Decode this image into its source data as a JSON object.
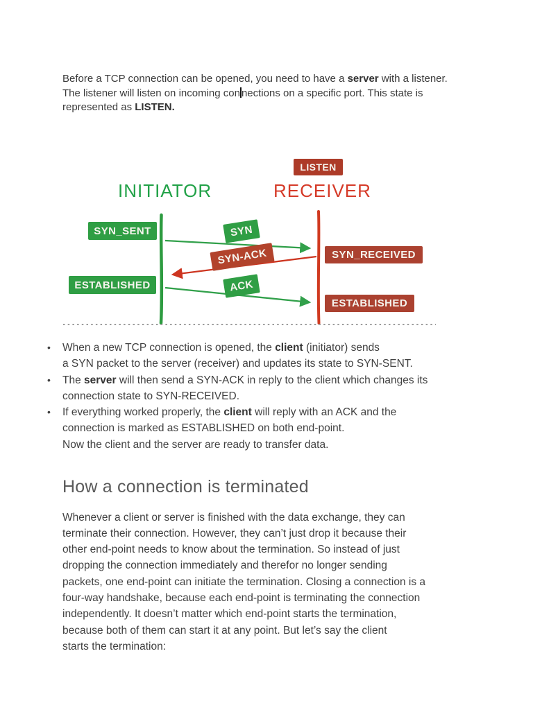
{
  "colors": {
    "page_background": "#ffffff",
    "badge_green": "#2f9e44",
    "badge_red": "#ab4130",
    "listen_badge_red": "#ad3b28",
    "syn_ack_badge_red": "#b2432c",
    "initiator_green": "#21a147",
    "receiver_red": "#d53a28",
    "arrow_green": "#31a04a",
    "arrow_red": "#cd3520",
    "lifeline_green": "#2d9b40",
    "lifeline_red": "#d03a20",
    "dotted_baseline_gray": "#9b9b9b",
    "body_text": "#414141",
    "heading_text": "#5a5a5a"
  },
  "intro": {
    "part1": "Before a TCP connection can be opened, you need to have a ",
    "bold1": "server",
    "part2": " with a listener.\nThe listener will listen on incoming con",
    "part3": "nections on a specific port. This state is\nrepresented as ",
    "bold2": "LISTEN."
  },
  "diagram": {
    "listen_badge": "LISTEN",
    "initiator_label": "INITIATOR",
    "receiver_label": "RECEIVER",
    "syn_sent_badge": "SYN_SENT",
    "established_left_badge": "ESTABLISHED",
    "syn_badge": "SYN",
    "syn_ack_badge": "SYN-ACK",
    "ack_badge": "ACK",
    "syn_received_badge": "SYN_RECEIVED",
    "established_right_badge": "ESTABLISHED"
  },
  "bullets": {
    "marker": "•",
    "item1": {
      "a": "When a new TCP connection is opened, the ",
      "b": "client",
      "c": " (initiator) sends\na SYN packet to the server (receiver) and updates its state to SYN-SENT."
    },
    "item2": {
      "a": "The ",
      "b": "server",
      "c": " will then send a SYN-ACK in reply to the client which changes its\nconnection state to SYN-RECEIVED."
    },
    "item3": {
      "a": "If everything worked properly, the ",
      "b": "client",
      "c": " will reply with an ACK and the\nconnection is marked as ESTABLISHED on both end-point.\nNow the client and the server are ready to transfer data."
    }
  },
  "section": {
    "heading": "How a connection is terminated",
    "paragraph": "Whenever a client or server is finished with the data exchange, they can\nterminate their connection. However, they can’t just drop it because their\nother end-point needs to know about the termination. So instead of just\ndropping the connection immediately and therefor no longer sending\npackets, one end-point can initiate the termination. Closing a connection is a\nfour-way handshake, because each end-point is terminating the connection\nindependently. It doesn’t matter which end-point starts the termination,\nbecause both of them can start it at any point. But let’s say the client\nstarts the termination:"
  }
}
